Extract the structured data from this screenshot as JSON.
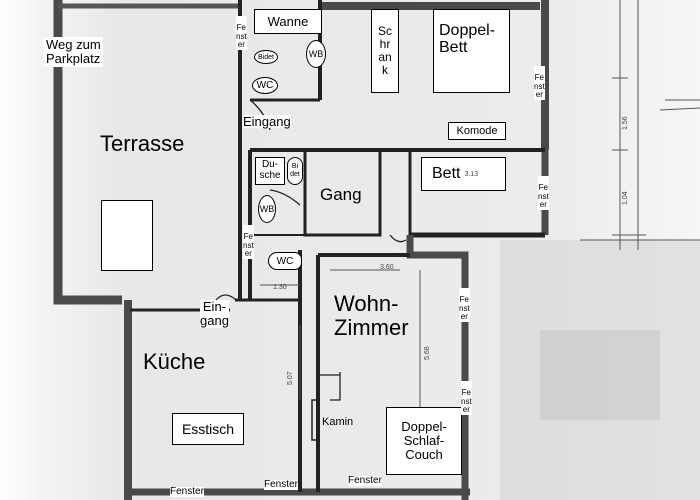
{
  "labels": {
    "weg": "Weg zum\nParkplatz",
    "terrasse": "Terrasse",
    "eingang_top": "Eingang",
    "eingang_left": "Ein-\ngang",
    "gang": "Gang",
    "kueche": "Küche",
    "wohnzimmer": "Wohn-\nZimmer",
    "kamin": "Kamin"
  },
  "furniture": {
    "wanne": "Wanne",
    "schrank": "Sc\nhr\nan\nk",
    "doppelbett": "Doppel-\nBett",
    "komode": "Komode",
    "bett": "Bett",
    "dusche": "Du-\nsche",
    "esstisch": "Esstisch",
    "couch": "Doppel-\nSchlaf-\nCouch"
  },
  "fixtures": {
    "bidet_top": "Bidet",
    "wb_top": "WB",
    "wc_top": "WC",
    "bidet_mid": "Bi\ndet",
    "wb_mid": "WB",
    "wc_mid": "WC"
  },
  "windows": {
    "fenster_v": "Fe\nnst\ner",
    "fenster_h": "Fenster"
  },
  "dimensions": {
    "d1": "3.13",
    "d2": "3.60",
    "d3": "1.30",
    "d4": "5.07",
    "d5": "5.68",
    "d6": "1.56",
    "d7": "1.04"
  }
}
